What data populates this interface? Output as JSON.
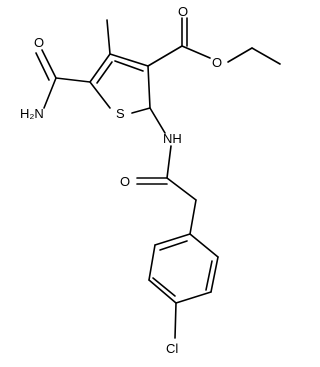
{
  "molecule": {
    "atom_labels": {
      "amide_oxygen": "O",
      "amide_nitrogen": "H₂N",
      "thiophene_sulfur": "S",
      "ester_carbonyl_oxygen": "O",
      "ester_ether_oxygen": "O",
      "anilide_nh": "NH",
      "acyl_carbonyl_oxygen": "O",
      "chlorine": "Cl"
    }
  }
}
